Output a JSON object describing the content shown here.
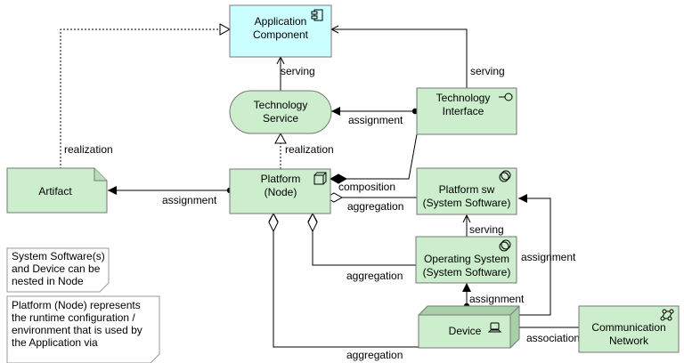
{
  "elements": {
    "application_component": {
      "line1": "Application",
      "line2": "Component",
      "icon": "component-icon"
    },
    "technology_service": {
      "line1": "Technology",
      "line2": "Service"
    },
    "technology_interface": {
      "line1": "Technology",
      "line2": "Interface",
      "icon": "interface-icon"
    },
    "artifact": {
      "label": "Artifact",
      "icon": "artifact-folded-corner"
    },
    "platform_node": {
      "line1": "Platform",
      "line2": "(Node)",
      "icon": "node-icon"
    },
    "platform_sw": {
      "line1": "Platform sw",
      "line2": "(System Software)",
      "icon": "system-software-icon"
    },
    "operating_system": {
      "line1": "Operating System",
      "line2": "(System Software)",
      "icon": "system-software-icon"
    },
    "device": {
      "label": "Device",
      "icon": "device-icon"
    },
    "communication_network": {
      "line1": "Communication",
      "line2": "Network",
      "icon": "network-icon"
    }
  },
  "relations": {
    "serving_1": "serving",
    "serving_2": "serving",
    "serving_3": "serving",
    "assignment_1": "assignment",
    "assignment_2": "assignment",
    "assignment_3": "assignment",
    "assignment_4": "assignment",
    "realization_1": "realization",
    "realization_2": "realization",
    "composition": "composition",
    "aggregation_1": "aggregation",
    "aggregation_2": "aggregation",
    "aggregation_3": "aggregation",
    "association": "association"
  },
  "notes": {
    "note1": [
      "System Software(s)",
      "and Device can be",
      "nested in Node"
    ],
    "note2": [
      "Platform (Node) represents",
      "the runtime configuration /",
      "environment that is used by",
      "the Application via"
    ]
  },
  "colors": {
    "application_fill": "#CCFFFF",
    "technology_fill": "#CCEECC",
    "stroke": "#777777",
    "line": "#000000"
  }
}
